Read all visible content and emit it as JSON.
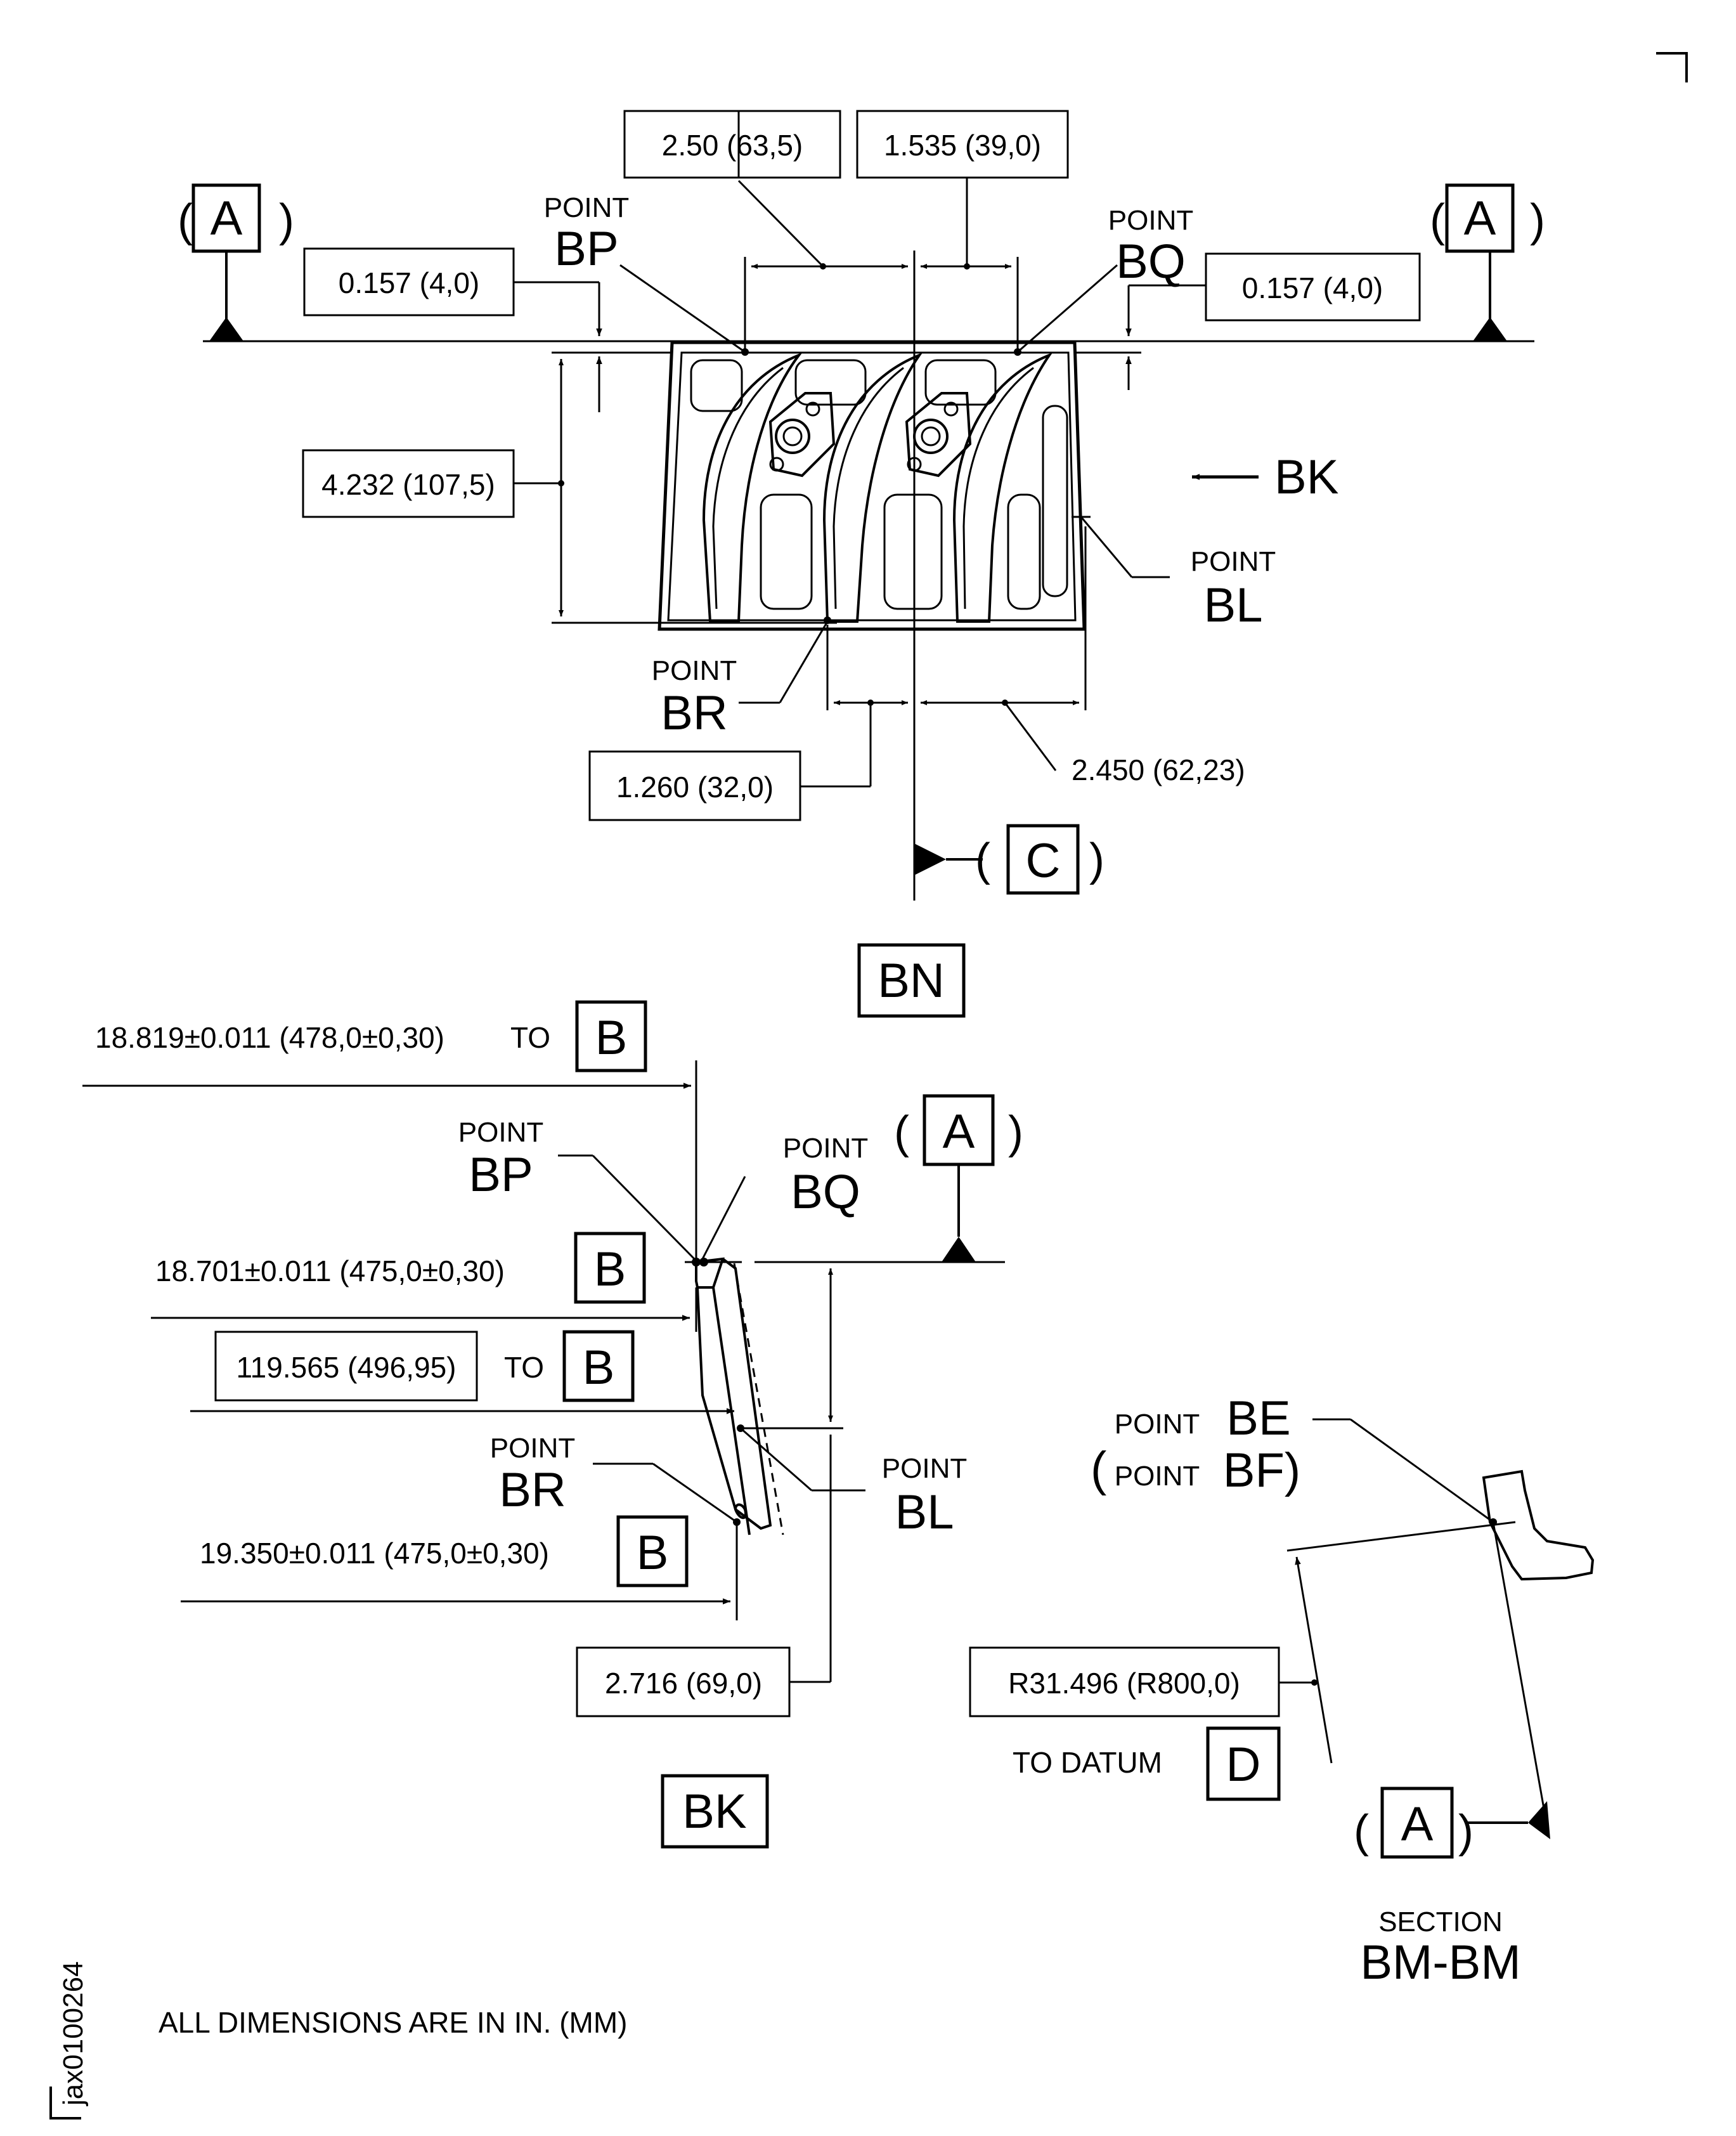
{
  "view_bn": {
    "label": "BN",
    "dim_2_50": "2.50 (63,5)",
    "dim_1_535": "1.535 (39,0)",
    "dim_0_157_left": "0.157 (4,0)",
    "dim_0_157_right": "0.157 (4,0)",
    "dim_4_232": "4.232 (107,5)",
    "dim_1_260": "1.260 (32,0)",
    "dim_2_450": "2.450 (62,23)",
    "datum_a": "A",
    "datum_c": "C",
    "view_arrow_label": "BK",
    "point_word": "POINT",
    "point_bp": "BP",
    "point_bq": "BQ",
    "point_bl": "BL",
    "point_br": "BR"
  },
  "view_bk": {
    "label": "BK",
    "dim_18_819": "18.819±0.011 (478,0±0,30)",
    "to_word": "TO",
    "dim_18_701": "18.701±0.011 (475,0±0,30)",
    "dim_119_565": "119.565 (496,95)",
    "dim_19_350": "19.350±0.011 (475,0±0,30)",
    "dim_2_716": "2.716 (69,0)",
    "datum_a": "A",
    "datum_b": "B",
    "point_word": "POINT",
    "point_bp": "BP",
    "point_bq": "BQ",
    "point_br": "BR",
    "point_bl": "BL"
  },
  "section_bm": {
    "title_word": "SECTION",
    "title": "BM-BM",
    "point_word": "POINT",
    "point_be": "BE",
    "point_bf_paren_open": "(",
    "point_bf": "BF)",
    "radius": "R31.496 (R800,0)",
    "to_datum": "TO  DATUM",
    "datum_d": "D",
    "datum_a": "A"
  },
  "footer": {
    "note": "ALL  DIMENSIONS  ARE  IN  IN.  (MM)",
    "figure_id": "jax0100264"
  }
}
